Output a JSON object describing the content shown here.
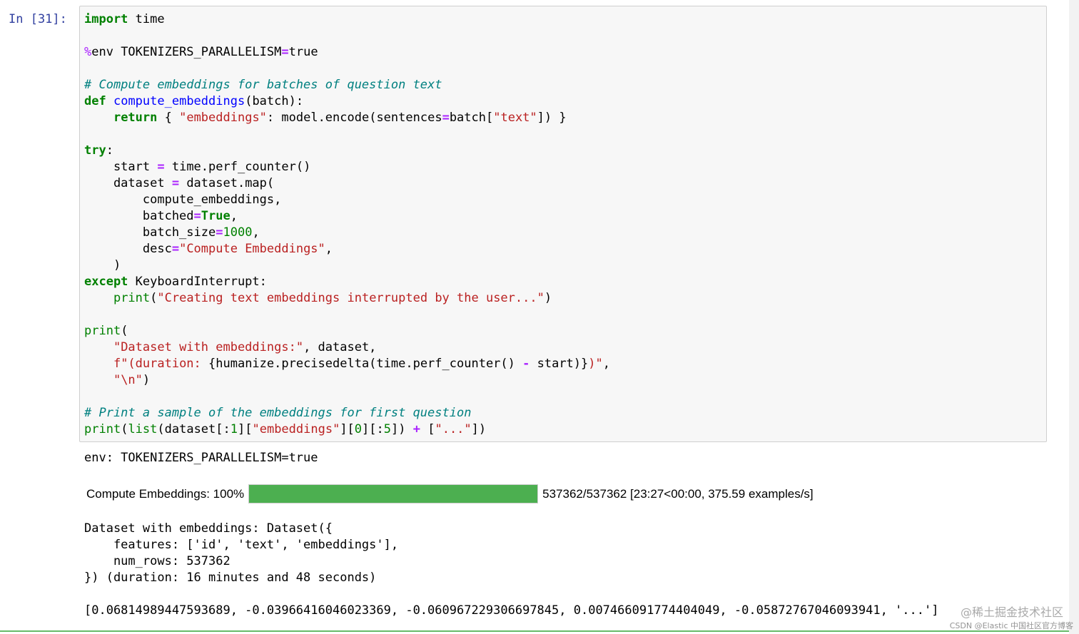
{
  "cell": {
    "prompt": "In [31]:",
    "code_lines": [
      [
        {
          "t": "import",
          "c": "kw"
        },
        {
          "t": " time",
          "c": ""
        }
      ],
      [],
      [
        {
          "t": "%",
          "c": "mg"
        },
        {
          "t": "env TOKENIZERS_PARALLELISM",
          "c": ""
        },
        {
          "t": "=",
          "c": "op"
        },
        {
          "t": "true",
          "c": ""
        }
      ],
      [],
      [
        {
          "t": "# Compute embeddings for batches of question text",
          "c": "cm"
        }
      ],
      [
        {
          "t": "def",
          "c": "kw"
        },
        {
          "t": " ",
          "c": ""
        },
        {
          "t": "compute_embeddings",
          "c": "fn"
        },
        {
          "t": "(batch):",
          "c": ""
        }
      ],
      [
        {
          "t": "    ",
          "c": ""
        },
        {
          "t": "return",
          "c": "kw"
        },
        {
          "t": " { ",
          "c": ""
        },
        {
          "t": "\"embeddings\"",
          "c": "st"
        },
        {
          "t": ": model.encode(sentences",
          "c": ""
        },
        {
          "t": "=",
          "c": "op"
        },
        {
          "t": "batch[",
          "c": ""
        },
        {
          "t": "\"text\"",
          "c": "st"
        },
        {
          "t": "]) }",
          "c": ""
        }
      ],
      [],
      [
        {
          "t": "try",
          "c": "kw"
        },
        {
          "t": ":",
          "c": ""
        }
      ],
      [
        {
          "t": "    start ",
          "c": ""
        },
        {
          "t": "=",
          "c": "op"
        },
        {
          "t": " time.perf_counter()",
          "c": ""
        }
      ],
      [
        {
          "t": "    dataset ",
          "c": ""
        },
        {
          "t": "=",
          "c": "op"
        },
        {
          "t": " dataset.map(",
          "c": ""
        }
      ],
      [
        {
          "t": "        compute_embeddings,",
          "c": ""
        }
      ],
      [
        {
          "t": "        batched",
          "c": ""
        },
        {
          "t": "=",
          "c": "op"
        },
        {
          "t": "True",
          "c": "kw"
        },
        {
          "t": ",",
          "c": ""
        }
      ],
      [
        {
          "t": "        batch_size",
          "c": ""
        },
        {
          "t": "=",
          "c": "op"
        },
        {
          "t": "1000",
          "c": "nu"
        },
        {
          "t": ",",
          "c": ""
        }
      ],
      [
        {
          "t": "        desc",
          "c": ""
        },
        {
          "t": "=",
          "c": "op"
        },
        {
          "t": "\"Compute Embeddings\"",
          "c": "st"
        },
        {
          "t": ",",
          "c": ""
        }
      ],
      [
        {
          "t": "    )",
          "c": ""
        }
      ],
      [
        {
          "t": "except",
          "c": "kw"
        },
        {
          "t": " KeyboardInterrupt:",
          "c": ""
        }
      ],
      [
        {
          "t": "    ",
          "c": ""
        },
        {
          "t": "print",
          "c": "bi"
        },
        {
          "t": "(",
          "c": ""
        },
        {
          "t": "\"Creating text embeddings interrupted by the user...\"",
          "c": "st"
        },
        {
          "t": ")",
          "c": ""
        }
      ],
      [],
      [
        {
          "t": "print",
          "c": "bi"
        },
        {
          "t": "(",
          "c": ""
        }
      ],
      [
        {
          "t": "    ",
          "c": ""
        },
        {
          "t": "\"Dataset with embeddings:\"",
          "c": "st"
        },
        {
          "t": ", dataset,",
          "c": ""
        }
      ],
      [
        {
          "t": "    ",
          "c": ""
        },
        {
          "t": "f\"(duration: ",
          "c": "st"
        },
        {
          "t": "{humanize.precisedelta(time.perf_counter() ",
          "c": ""
        },
        {
          "t": "-",
          "c": "op"
        },
        {
          "t": " start)}",
          "c": ""
        },
        {
          "t": ")\"",
          "c": "st"
        },
        {
          "t": ",",
          "c": ""
        }
      ],
      [
        {
          "t": "    ",
          "c": ""
        },
        {
          "t": "\"\\n\"",
          "c": "st"
        },
        {
          "t": ")",
          "c": ""
        }
      ],
      [],
      [
        {
          "t": "# Print a sample of the embeddings for first question",
          "c": "cm"
        }
      ],
      [
        {
          "t": "print",
          "c": "bi"
        },
        {
          "t": "(",
          "c": ""
        },
        {
          "t": "list",
          "c": "bi"
        },
        {
          "t": "(dataset[:",
          "c": ""
        },
        {
          "t": "1",
          "c": "nu"
        },
        {
          "t": "][",
          "c": ""
        },
        {
          "t": "\"embeddings\"",
          "c": "st"
        },
        {
          "t": "][",
          "c": ""
        },
        {
          "t": "0",
          "c": "nu"
        },
        {
          "t": "][:",
          "c": ""
        },
        {
          "t": "5",
          "c": "nu"
        },
        {
          "t": "]) ",
          "c": ""
        },
        {
          "t": "+",
          "c": "op"
        },
        {
          "t": " [",
          "c": ""
        },
        {
          "t": "\"...\"",
          "c": "st"
        },
        {
          "t": "])",
          "c": ""
        }
      ]
    ]
  },
  "output": {
    "env_line": "env: TOKENIZERS_PARALLELISM=true",
    "progress": {
      "label": "Compute Embeddings: 100%",
      "fraction": 1.0,
      "stats": "537362/537362 [23:27<00:00, 375.59 examples/s]"
    },
    "dataset_text": "Dataset with embeddings: Dataset({\n    features: ['id', 'text', 'embeddings'],\n    num_rows: 537362\n}) (duration: 16 minutes and 48 seconds)",
    "sample_line": "[0.06814989447593689, -0.03966416046023369, -0.060967229306697845, 0.007466091774404049, -0.05872767046093941, '...']"
  },
  "watermark": {
    "line1": "@稀土掘金技术社区",
    "line2": "CSDN @Elastic 中国社区官方博客"
  },
  "colors": {
    "progress_fill": "#4caf50",
    "prompt": "#303f9f",
    "keyword": "#008000",
    "string": "#ba2121",
    "comment": "#008080",
    "operator": "#aa22ff"
  }
}
